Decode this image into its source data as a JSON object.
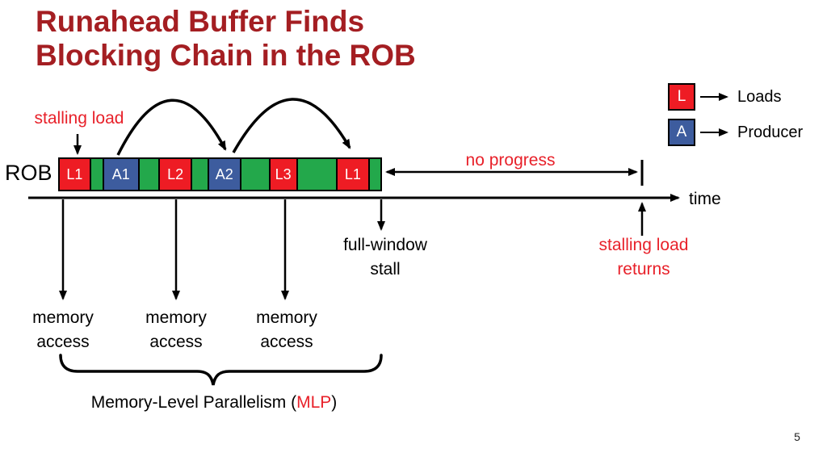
{
  "slide": {
    "title_line1": "Runahead Buffer Finds",
    "title_line2": "Blocking Chain in the ROB",
    "page_number": "5"
  },
  "legend": {
    "items": [
      {
        "symbol": "L",
        "label": "Loads",
        "type": "load"
      },
      {
        "symbol": "A",
        "label": "Producer",
        "type": "producer"
      }
    ]
  },
  "rob": {
    "label": "ROB",
    "cells": [
      {
        "label": "L1",
        "type": "load"
      },
      {
        "label": "",
        "type": "empty"
      },
      {
        "label": "A1",
        "type": "producer"
      },
      {
        "label": "",
        "type": "empty"
      },
      {
        "label": "L2",
        "type": "load"
      },
      {
        "label": "",
        "type": "empty"
      },
      {
        "label": "A2",
        "type": "producer"
      },
      {
        "label": "",
        "type": "empty"
      },
      {
        "label": "L3",
        "type": "load"
      },
      {
        "label": "",
        "type": "empty"
      },
      {
        "label": "L1",
        "type": "load"
      },
      {
        "label": "",
        "type": "empty"
      }
    ]
  },
  "annotations": {
    "stalling_load": "stalling load",
    "no_progress": "no progress",
    "time": "time",
    "full_window_line1": "full-window",
    "full_window_line2": "stall",
    "load_returns_line1": "stalling load",
    "load_returns_line2": "returns",
    "memory_access_line1": "memory",
    "memory_access_line2": "access",
    "mlp_prefix": "Memory-Level Parallelism (",
    "mlp_highlight": "MLP",
    "mlp_suffix": ")"
  },
  "colors": {
    "title_red": "#A41E22",
    "accent_red": "#E8212A",
    "load_fill": "#EE1C24",
    "producer_fill": "#3D5C9E",
    "rob_empty_fill": "#23A84B",
    "line_black": "#000000"
  }
}
